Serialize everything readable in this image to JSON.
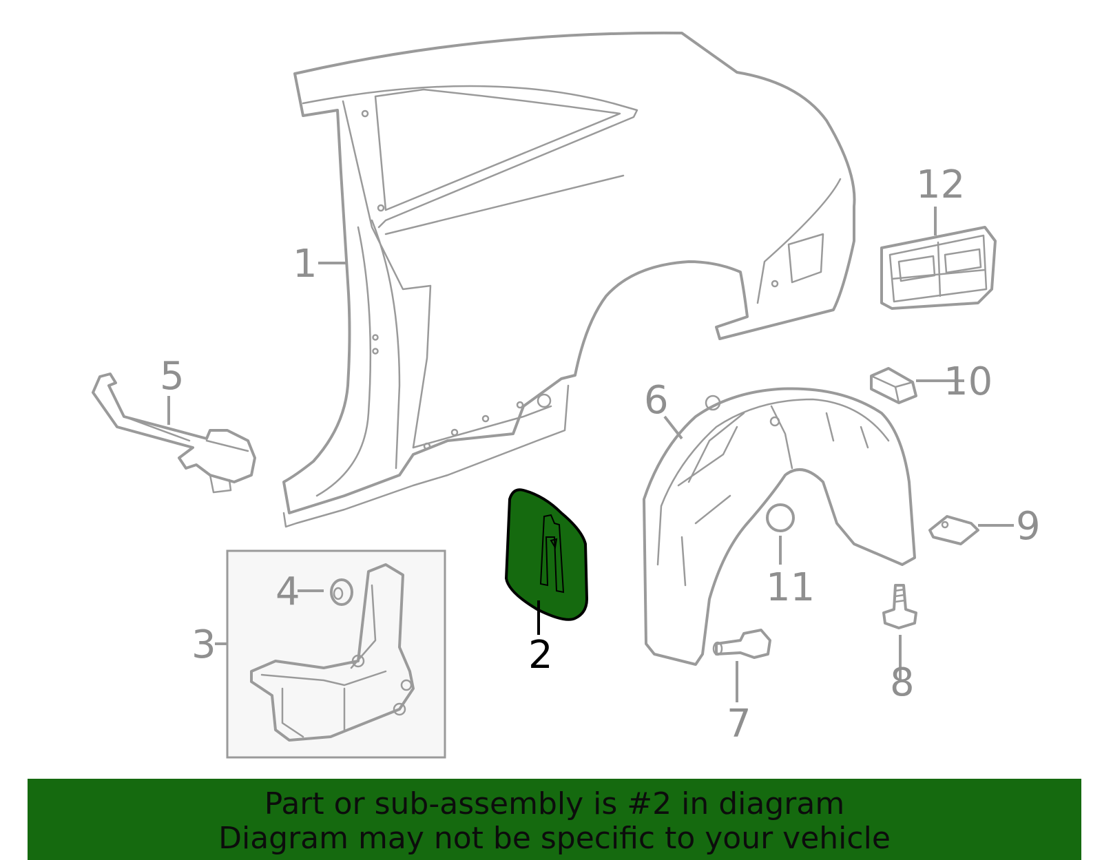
{
  "diagram": {
    "callouts": [
      {
        "id": "1",
        "label": "1"
      },
      {
        "id": "2",
        "label": "2",
        "highlighted": true
      },
      {
        "id": "3",
        "label": "3"
      },
      {
        "id": "4",
        "label": "4"
      },
      {
        "id": "5",
        "label": "5"
      },
      {
        "id": "6",
        "label": "6"
      },
      {
        "id": "7",
        "label": "7"
      },
      {
        "id": "8",
        "label": "8"
      },
      {
        "id": "9",
        "label": "9"
      },
      {
        "id": "10",
        "label": "10"
      },
      {
        "id": "11",
        "label": "11"
      },
      {
        "id": "12",
        "label": "12"
      }
    ],
    "highlight_color": "#156a0f",
    "line_color": "#9a9a9a"
  },
  "banner": {
    "line1": "Part or sub-assembly is #2 in diagram",
    "line2": "Diagram may not be specific to your vehicle",
    "background": "#156a0f"
  }
}
